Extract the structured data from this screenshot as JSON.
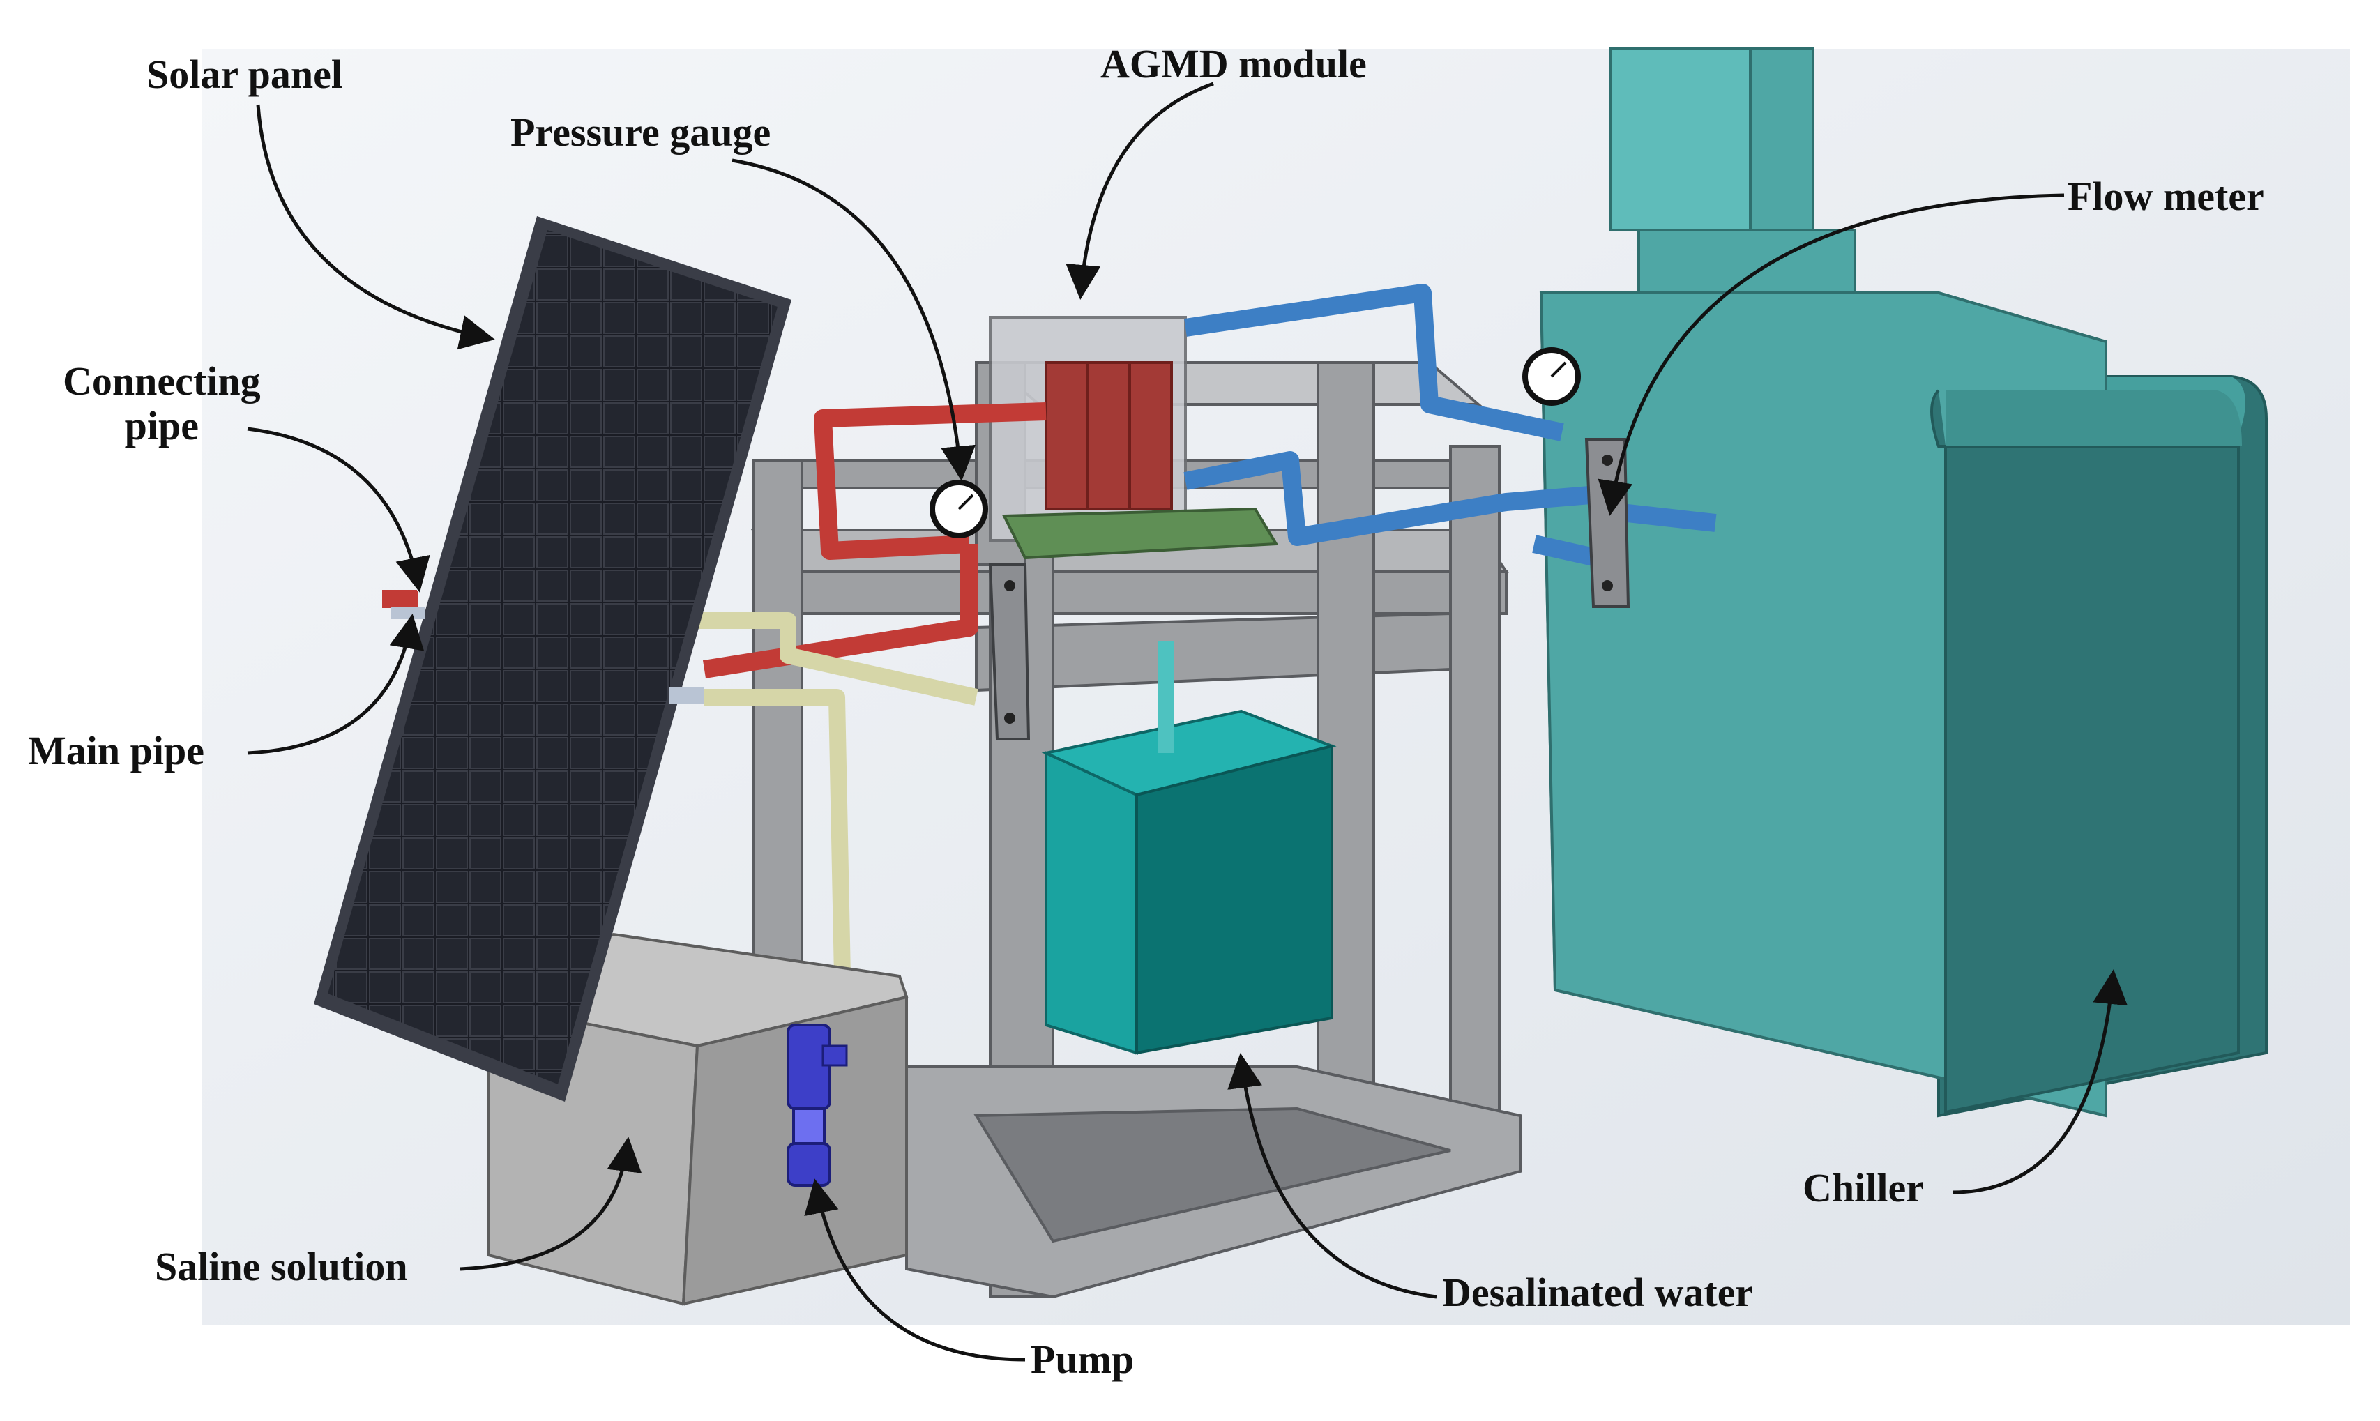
{
  "labels": {
    "solar_panel": "Solar panel",
    "pressure_gauge": "Pressure gauge",
    "agmd_module": "AGMD module",
    "flow_meter": "Flow meter",
    "connecting_pipe_line1": "Connecting",
    "connecting_pipe_line2": "pipe",
    "main_pipe": "Main pipe",
    "saline_solution": "Saline solution",
    "pump": "Pump",
    "desalinated_water": "Desalinated water",
    "chiller": "Chiller"
  },
  "colors": {
    "background_gradient_start": "#f4f6f9",
    "background_gradient_end": "#dfe4ea",
    "chiller": "#4fa7a5",
    "chiller_dark": "#2f7474",
    "chiller_light": "#5fbcba",
    "desalinated_tank": "#1aa3a0",
    "desalinated_tank_dark": "#0b7371",
    "saline_tank": "#a9a9a9",
    "frame": "#9ea0a3",
    "solar_panel": "#1a1c24",
    "hot_pipe": "#c23b36",
    "cold_pipe": "#3d7fc5",
    "feed_pipe": "#d6d6a8",
    "pump": "#3d3fc8",
    "module_plate": "#a33a36",
    "module_base": "#5f8f55"
  },
  "icons": {
    "arrow": "curved-arrow"
  }
}
